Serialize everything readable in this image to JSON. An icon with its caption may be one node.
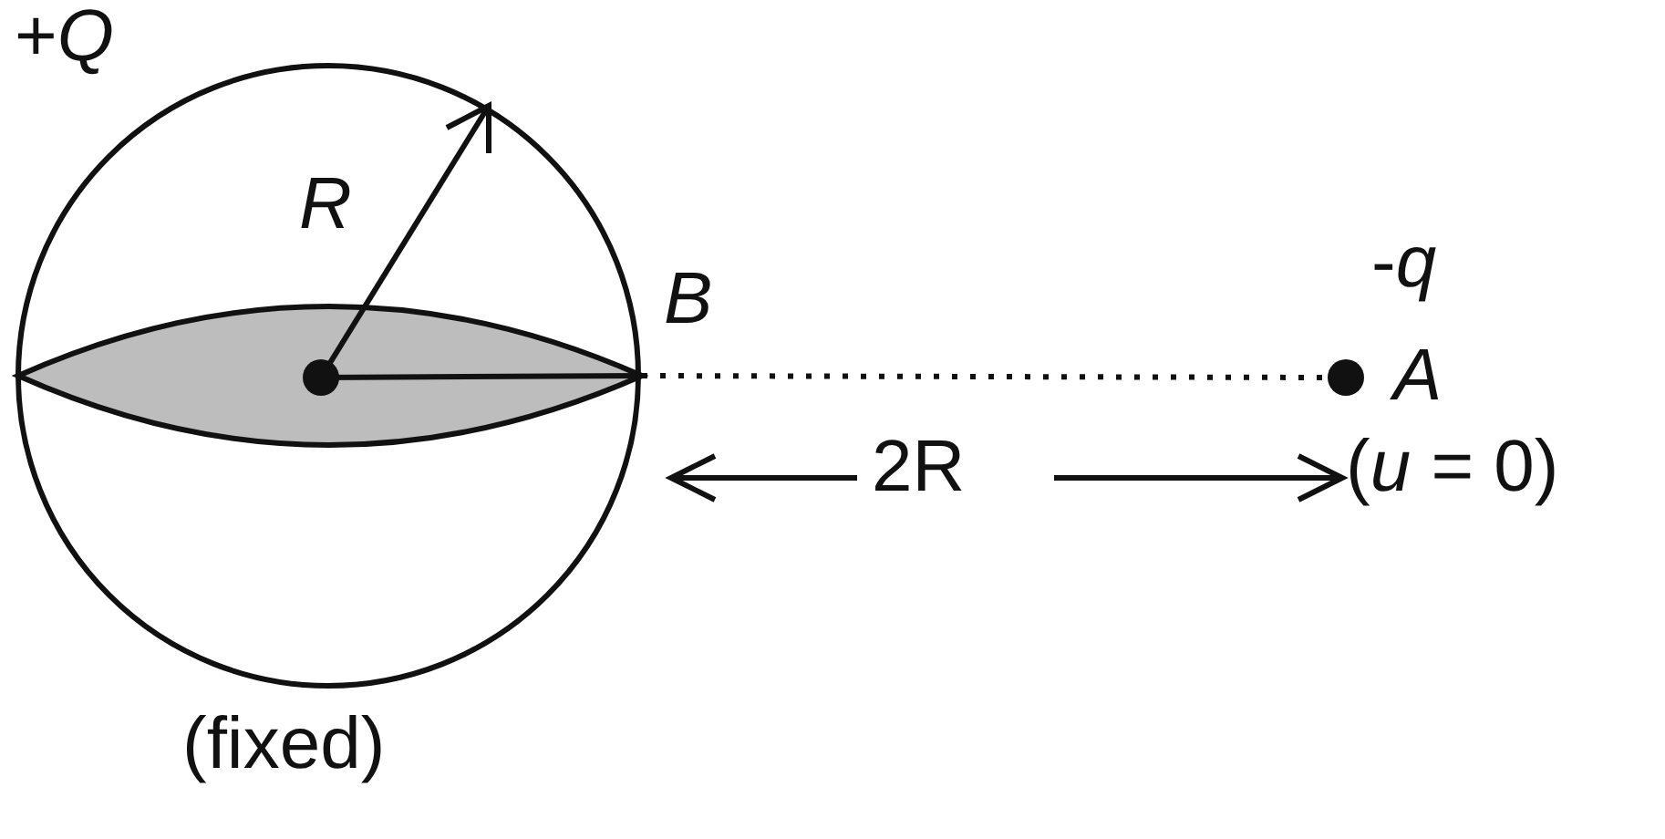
{
  "diagram": {
    "nodes": [
      {
        "text": [],
        "shape": "circle",
        "beside": [
          "(fixed)"
        ]
      },
      {
        "text": [],
        "shape": "circle"
      }
    ],
    "edges": [
      {
        "from": 0,
        "to": 1,
        "arrow": "none",
        "style": "dashed"
      }
    ],
    "labels": [
      "+*Q*",
      "*R*",
      "*B*",
      "-*q*",
      "*A*",
      "2R",
      "(*u* = 0)"
    ]
  }
}
